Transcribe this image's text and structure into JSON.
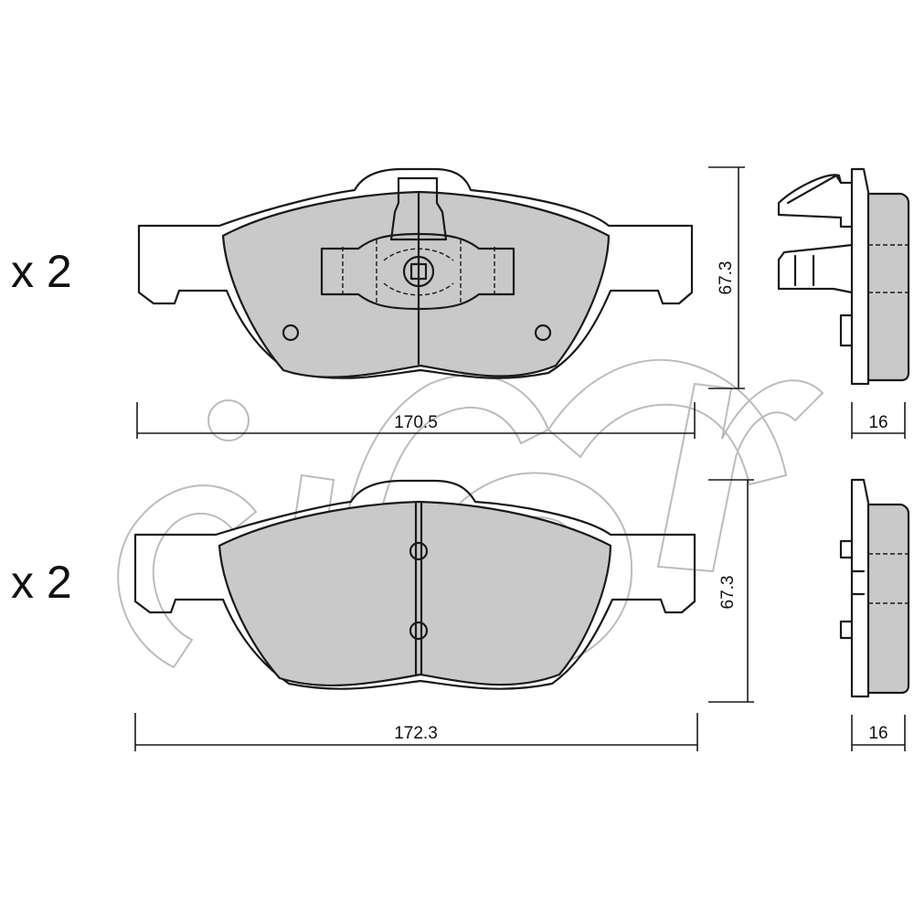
{
  "watermark": {
    "text": "cifam",
    "color": "#b5b5b5"
  },
  "pads": [
    {
      "quantity": "x 2",
      "width": "170.5",
      "height": "67.3",
      "thickness": "16"
    },
    {
      "quantity": "x 2",
      "width": "172.3",
      "height": "67.3",
      "thickness": "16"
    }
  ],
  "colors": {
    "friction_material": "#c9c9c9",
    "line": "#1a1a1a"
  }
}
